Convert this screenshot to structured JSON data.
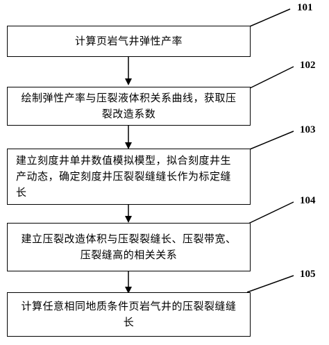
{
  "steps": [
    {
      "num": "101",
      "text": "计算页岩气井弹性产率"
    },
    {
      "num": "102",
      "text": "绘制弹性产率与压裂液体积关系曲线，获取压裂改造系数"
    },
    {
      "num": "103",
      "text": "建立刻度井单井数值模拟模型，拟合刻度井生产动态，确定刻度井压裂裂缝缝长作为标定缝长"
    },
    {
      "num": "104",
      "text": "建立压裂改造体积与压裂裂缝长、压裂带宽、压裂缝高的相关关系"
    },
    {
      "num": "105",
      "text": "计算任意相同地质条件页岩气井的压裂裂缝缝长"
    }
  ]
}
